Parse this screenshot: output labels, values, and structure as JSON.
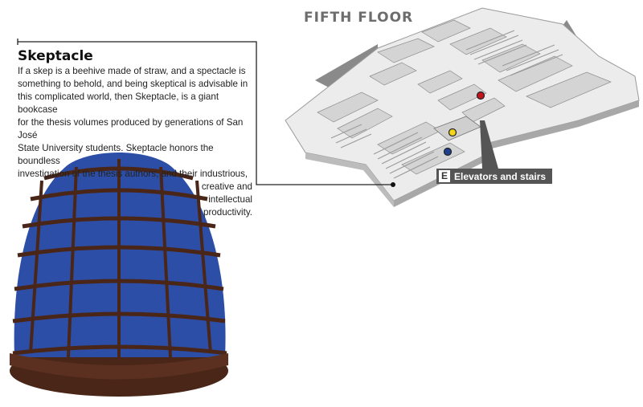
{
  "floor": {
    "title": "FIFTH FLOOR"
  },
  "feature": {
    "name": "Skeptacle",
    "description_lines": [
      "If a skep is a beehive made of straw, and a spectacle is",
      "something to behold, and being skeptical is advisable in",
      "this complicated world, then Skeptacle, is a giant bookcase",
      "for the thesis volumes produced by generations of San José",
      "State University students. Skeptacle honors the boundless",
      "investigation of the thesis authors, and their industrious,",
      "creative and",
      "intellectual",
      "productivity."
    ]
  },
  "legend": {
    "letter": "E",
    "label": "Elevators and stairs"
  },
  "markers": [
    {
      "name": "red-location-marker",
      "color": "#c0161c"
    },
    {
      "name": "yellow-location-marker",
      "color": "#f2d617"
    },
    {
      "name": "blue-location-marker",
      "color": "#1f3f8f"
    }
  ],
  "colors": {
    "floor_top": "#e9e9e9",
    "wall": "#b9b9b9",
    "shadow": "#7a7a7a",
    "bookcase_wood": "#4a2618",
    "book_blue": "#2d4ea6"
  }
}
